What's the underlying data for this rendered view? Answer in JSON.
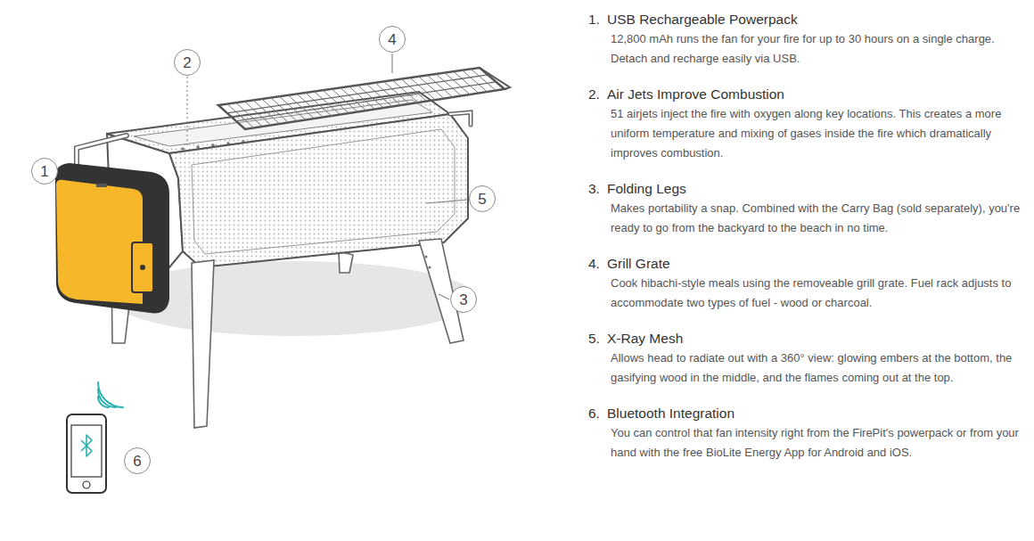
{
  "diagram": {
    "nodes": [
      {
        "text": [
          "1"
        ]
      },
      {
        "text": [
          "2"
        ]
      },
      {
        "text": [
          "3"
        ]
      },
      {
        "text": [
          "4"
        ]
      },
      {
        "text": [
          "5"
        ]
      },
      {
        "text": [
          "6"
        ]
      }
    ],
    "labels": [
      "1.",
      "USB Rechargeable Powerpack",
      "12,800 mAh runs the fan for your fire for up to 30 hours on a single charge. Detach and recharge easily via USB.",
      "2.",
      "Air Jets Improve Combustion",
      "51 airjets inject the fire with oxygen along key locations. This creates a more uniform temperature and mixing of gases inside the fire which dramatically improves combustion.",
      "3.",
      "Folding Legs",
      "Makes portability a snap. Combined with the Carry Bag (sold separately), you're ready to go from the backyard to the beach in no time.",
      "4.",
      "Grill Grate",
      "Cook hibachi-style meals using the removeable grill grate. Fuel rack adjusts to accommodate two types of fuel - wood or charcoal.",
      "5.",
      "X-Ray Mesh",
      "Allows head to radiate out with a 360° view: glowing embers at the bottom, the gasifying wood in the middle, and the flames coming out at the top.",
      "6.",
      "Bluetooth Integration",
      "You can control that fan intensity right from the FirePit's powerpack or from your hand with the free BioLite Energy App for Android and iOS."
    ]
  }
}
